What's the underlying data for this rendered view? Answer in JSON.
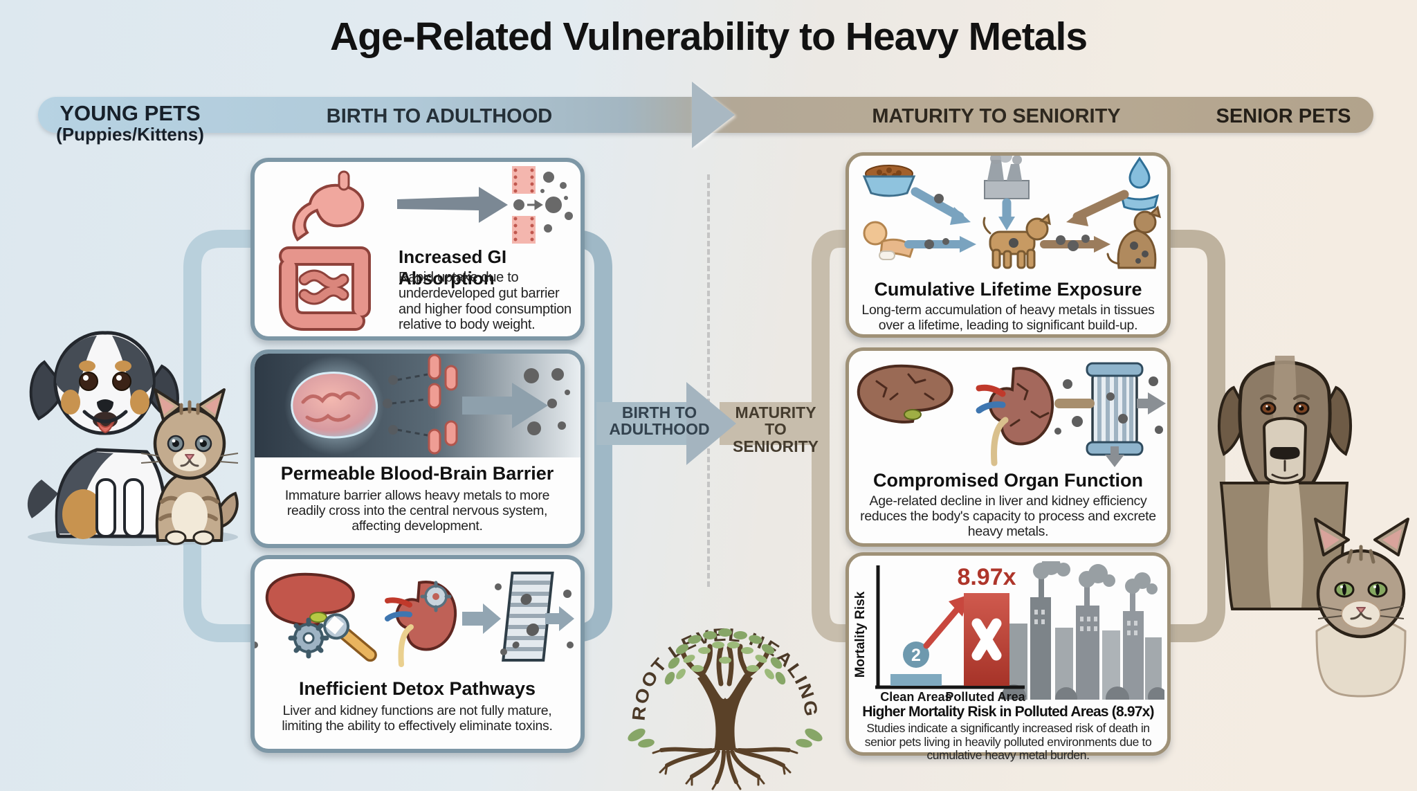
{
  "title": "Age-Related Vulnerability to Heavy Metals",
  "banner": {
    "young_pets": "YOUNG PETS",
    "young_pets_sub": "(Puppies/Kittens)",
    "birth_to_adulthood": "BIRTH TO ADULTHOOD",
    "maturity_to_seniority": "MATURITY TO SENIORITY",
    "senior_pets": "SENIOR PETS"
  },
  "flow": {
    "left_line1": "BIRTH TO",
    "left_line2": "ADULTHOOD",
    "right_line1": "MATURITY TO",
    "right_line2": "SENIORITY"
  },
  "young_cards": [
    {
      "title": "Increased GI Absorption",
      "body": "Rapid uptake due to underdeveloped gut barrier and higher food consumption relative to body weight."
    },
    {
      "title": "Permeable Blood-Brain Barrier",
      "body": "Immature barrier allows heavy metals to more readily cross into the central nervous system, affecting development."
    },
    {
      "title": "Inefficient Detox Pathways",
      "body": "Liver and kidney functions are not fully mature, limiting the ability to effectively eliminate toxins."
    }
  ],
  "senior_cards": [
    {
      "title": "Cumulative Lifetime Exposure",
      "body": "Long-term accumulation of heavy metals in tissues over a lifetime, leading to significant build-up."
    },
    {
      "title": "Compromised Organ Function",
      "body": "Age-related decline in liver and kidney efficiency reduces the body's capacity to process and excrete heavy metals."
    },
    {
      "title": "Higher Mortality Risk in Polluted Areas (8.97x)",
      "body": "Studies indicate a significantly increased risk of death in senior pets living in heavily polluted environments due to cumulative heavy metal burden."
    }
  ],
  "chart_data": {
    "type": "bar",
    "categories": [
      "Clean Areas",
      "Polluted Areas"
    ],
    "values": [
      1,
      8.97
    ],
    "ylabel": "Mortality Risk",
    "clean_badge": "2",
    "polluted_label": "8.97x",
    "bar_colors": [
      "#7fa9bf",
      "#bf4338"
    ],
    "title": "Higher Mortality Risk in Polluted Areas (8.97x)"
  },
  "logo": {
    "text": "ROOT LEVEL HEALING"
  },
  "colors": {
    "young_accent": "#7d97a6",
    "senior_accent": "#9f9177",
    "arrow_blue": "#a4b4bf",
    "arrow_tan": "#c7bdac",
    "risk_red": "#bf4338",
    "risk_blue": "#7fa9bf"
  }
}
